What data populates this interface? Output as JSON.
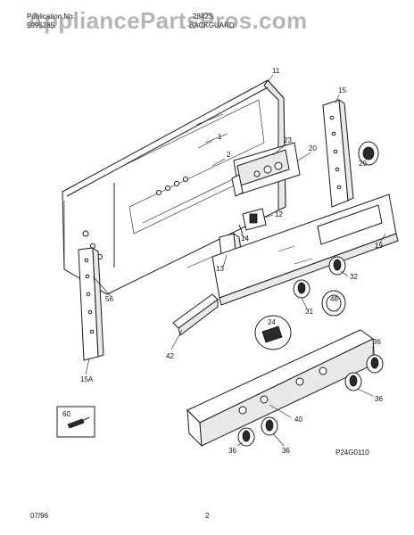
{
  "header": {
    "publication_label": "Publication No.",
    "publication_number": "5995285",
    "model_number": "2842S",
    "section_title": "BACKGUARD",
    "watermark": "AppliancePartsPros.com"
  },
  "part_labels": [
    "11",
    "15",
    "1",
    "2",
    "23",
    "20",
    "29",
    "12",
    "14",
    "19",
    "13",
    "32",
    "56",
    "46",
    "31",
    "24",
    "42",
    "36",
    "15A",
    "40",
    "60",
    "36",
    "36",
    "36"
  ],
  "diagram_code": "P24G0110",
  "footer": {
    "date": "07/96",
    "page": "2"
  }
}
